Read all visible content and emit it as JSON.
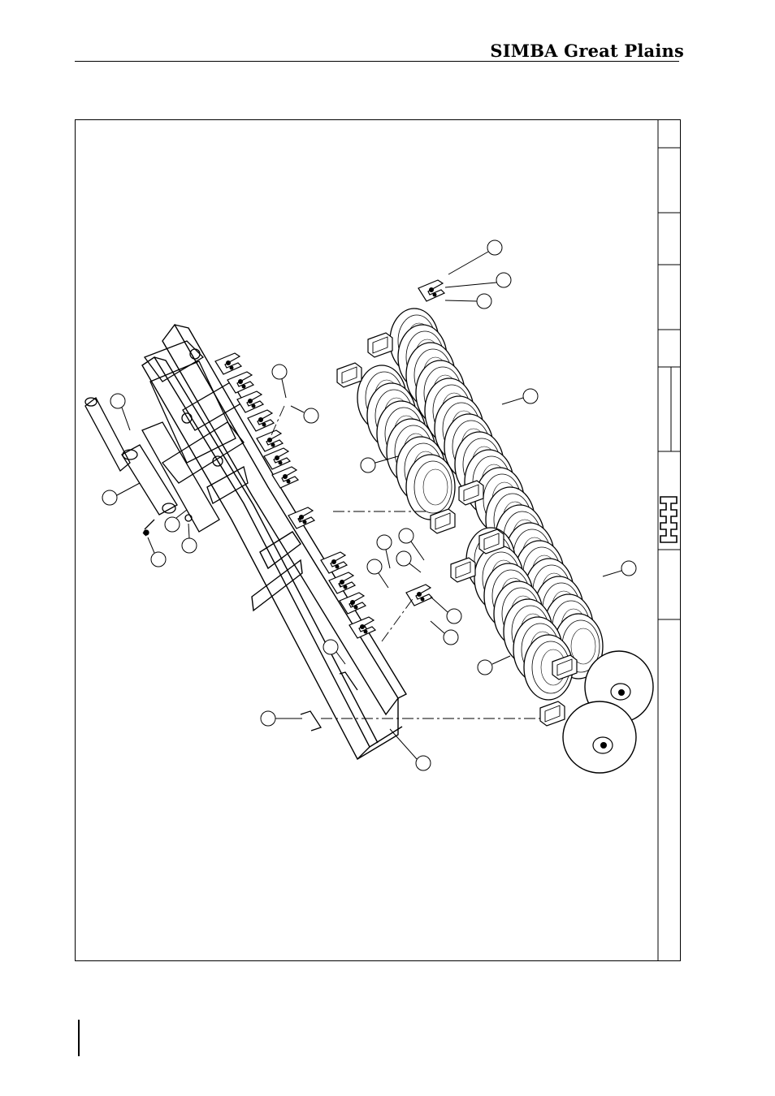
{
  "header": {
    "brand": "SIMBA Great Plains"
  },
  "title_block": {
    "cells": 9,
    "logo": "simba-logo-icon"
  },
  "drawing": {
    "subject": "exploded-parts-view",
    "disc_gangs": 2,
    "callouts": 25
  }
}
